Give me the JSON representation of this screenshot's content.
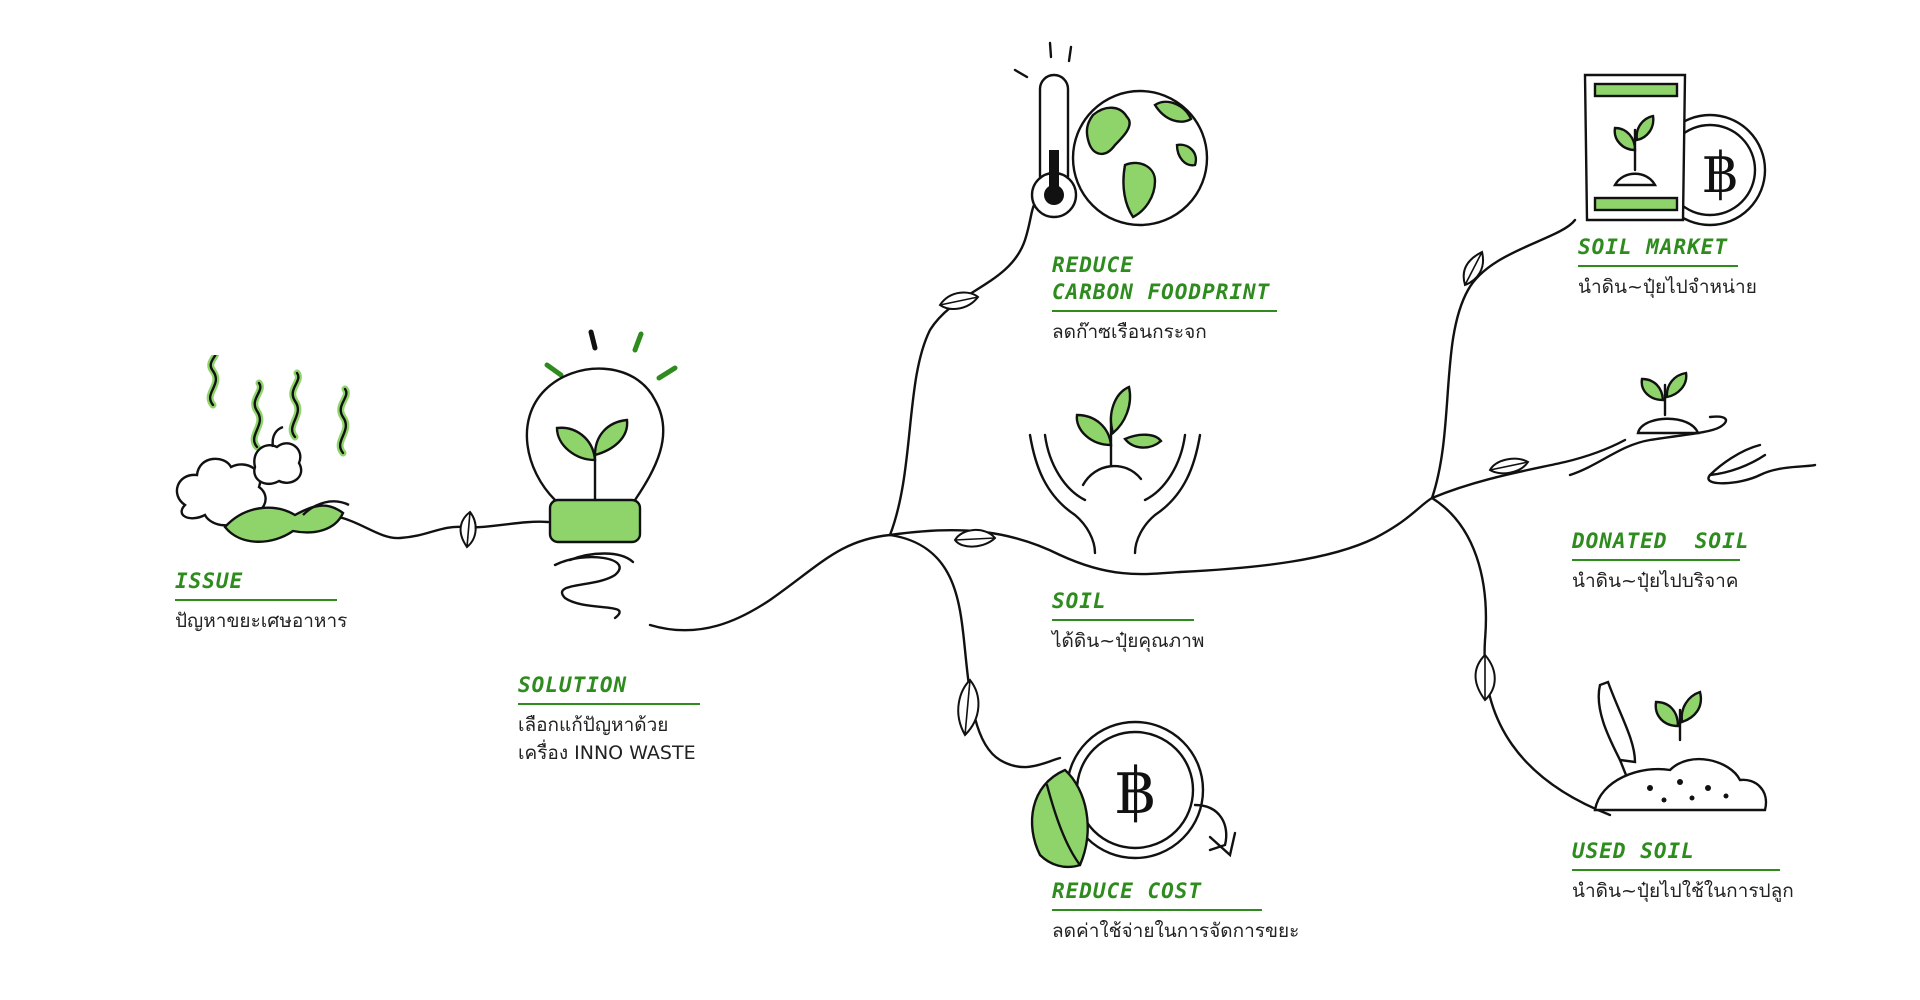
{
  "colors": {
    "accent": "#2e8b1e",
    "leaf": "#8fd46a",
    "ink": "#111111",
    "text": "#222222"
  },
  "nodes": {
    "issue": {
      "title": "ISSUE",
      "desc": "ปัญหาขยะเศษอาหาร",
      "icon": "food-waste-icon"
    },
    "solution": {
      "title": "SOLUTION",
      "desc_line1": "เลือกแก้ปัญหาด้วย",
      "desc_line2": "เครื่อง INNO WASTE",
      "icon": "lightbulb-sprout-icon"
    },
    "carbon": {
      "title_line1": "REDUCE",
      "title_line2": "CARBON FOODPRINT",
      "desc": "ลดก๊าซเรือนกระจก",
      "icon": "thermometer-globe-icon"
    },
    "soil": {
      "title": "SOIL",
      "desc": "ได้ดิน~ปุ๋ยคุณภาพ",
      "icon": "hands-holding-sprout-icon"
    },
    "cost": {
      "title": "REDUCE COST",
      "desc": "ลดค่าใช้จ่ายในการจัดการขยะ",
      "icon": "baht-coin-leaf-icon",
      "coin_symbol": "฿"
    },
    "market": {
      "title": "SOIL MARKET",
      "desc": "นำดิน~ปุ๋ยไปจำหน่าย",
      "icon": "soil-bag-coin-icon",
      "coin_symbol": "฿"
    },
    "donated": {
      "title": "DONATED  SOIL",
      "desc": "นำดิน~ปุ๋ยไปบริจาค",
      "icon": "giving-hands-soil-icon"
    },
    "used": {
      "title": "USED SOIL",
      "desc": "นำดิน~ปุ๋ยไปใช้ในการปลูก",
      "icon": "trowel-soil-sprout-icon"
    }
  }
}
